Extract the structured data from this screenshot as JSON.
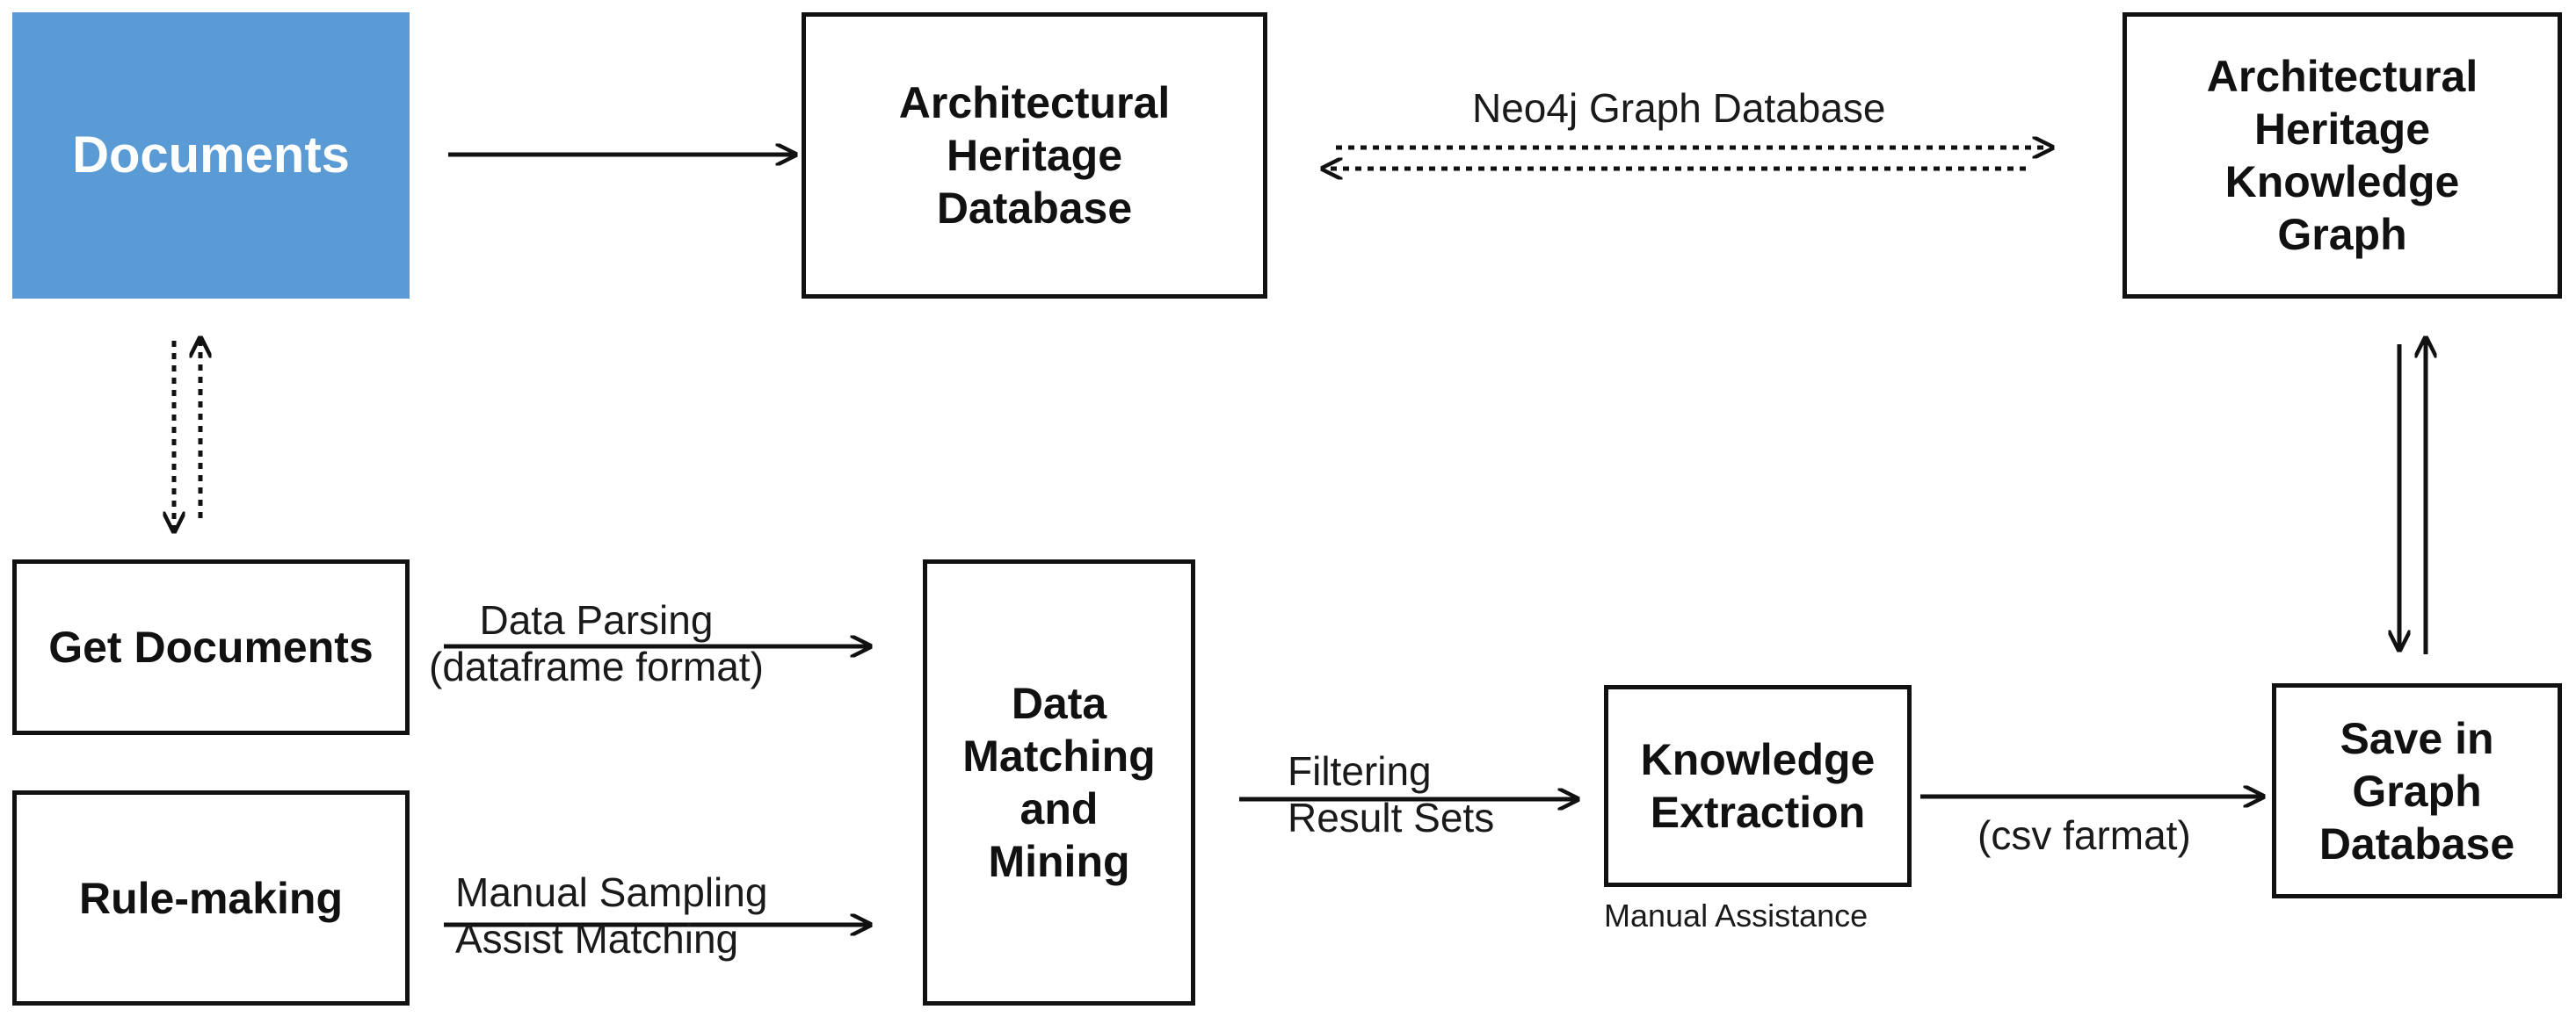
{
  "nodes": {
    "documents": "Documents",
    "heritage_db": "Architectural\nHeritage\nDatabase",
    "knowledge_graph": "Architectural\nHeritage\nKnowledge\nGraph",
    "get_documents": "Get Documents",
    "rule_making": "Rule-making",
    "data_matching": "Data\nMatching\nand\nMining",
    "knowledge_extraction": "Knowledge\nExtraction",
    "save_graph_db": "Save in\nGraph\nDatabase"
  },
  "edge_labels": {
    "neo4j": "Neo4j Graph Database",
    "data_parsing": "Data Parsing\n(dataframe format)",
    "manual_sampling": "Manual Sampling\nAssist Matching",
    "filtering": "Filtering\nResult Sets",
    "manual_assistance": "Manual Assistance",
    "csv": "(csv farmat)"
  },
  "colors": {
    "documents_fill": "#5b9bd5",
    "documents_text": "#ffffff",
    "line": "#111111"
  }
}
